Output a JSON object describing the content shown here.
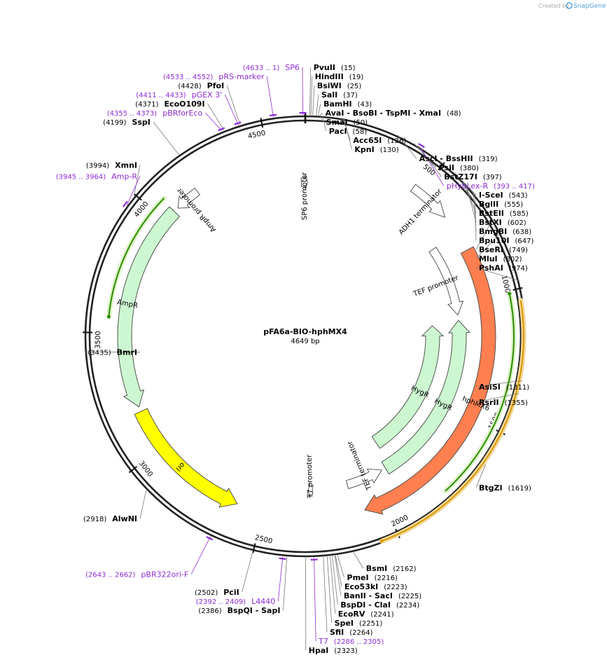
{
  "header": {
    "created_by": "Created by",
    "brand": "SnapGene"
  },
  "plasmid": {
    "name": "pFA6a-BIO-hphMX4",
    "length_label": "4649 bp",
    "length": 4649
  },
  "colors": {
    "primer": "#8E2BD6",
    "ori": "#FFFF00",
    "resistance": "#CCF7D0",
    "hphmx": "#FF7F50",
    "promoter": "#FFFFFF",
    "frag_green": "#2E8B00",
    "frag_orange": "#D99A00",
    "brand": "#4FA3E0"
  },
  "ticks": [
    {
      "pos": 500,
      "label": "500"
    },
    {
      "pos": 1000,
      "label": "1000"
    },
    {
      "pos": 1500,
      "label": "1500"
    },
    {
      "pos": 2000,
      "label": "2000"
    },
    {
      "pos": 2500,
      "label": "2500"
    },
    {
      "pos": 3000,
      "label": "3000"
    },
    {
      "pos": 3500,
      "label": "3500"
    },
    {
      "pos": 4000,
      "label": "4000"
    },
    {
      "pos": 4500,
      "label": "4500"
    }
  ],
  "features": [
    {
      "name": "hphMX6",
      "kind": "hphmx",
      "start": 800,
      "end": 2080,
      "dir": 1,
      "ring": 262
    },
    {
      "name": "HygR",
      "kind": "resistance",
      "start": 1100,
      "end": 1890,
      "dir": -1,
      "ring": 182
    },
    {
      "name": "HygR",
      "kind": "resistance",
      "start": 1085,
      "end": 1920,
      "dir": -1,
      "ring": 220
    },
    {
      "name": "AmpR",
      "kind": "resistance",
      "start": 3190,
      "end": 4050,
      "dir": -1,
      "ring": 258
    },
    {
      "name": "ori",
      "kind": "ori",
      "start": 2610,
      "end": 3170,
      "dir": -1,
      "ring": 258
    },
    {
      "name": "AmpR promoter",
      "kind": "promoter",
      "start": 4070,
      "end": 4175,
      "dir": -1,
      "ring": 258
    },
    {
      "name": "ADH1 terminator",
      "kind": "promoter",
      "start": 465,
      "end": 640,
      "dir": 1,
      "ring": 262
    },
    {
      "name": "TEF promoter",
      "kind": "promoter",
      "start": 720,
      "end": 1060,
      "dir": 1,
      "ring": 220
    },
    {
      "name": "TEF terminator",
      "kind": "promoter",
      "start": 1940,
      "end": 2120,
      "dir": -1,
      "ring": 220
    },
    {
      "name": "SP6 promoter",
      "kind": "promoter",
      "start": 4630,
      "end": 4660,
      "dir": 1,
      "ring": 220
    },
    {
      "name": "T7 promoter",
      "kind": "promoter",
      "start": 2290,
      "end": 2310,
      "dir": 1,
      "ring": 220
    }
  ],
  "fragments": [
    {
      "kind": "frag_green",
      "start": 1010,
      "end": 1780,
      "ring": 298
    },
    {
      "kind": "frag_orange",
      "start": 1040,
      "end": 2060,
      "ring": 312
    },
    {
      "kind": "frag_green",
      "start": 3560,
      "end": 4060,
      "ring": 282
    }
  ],
  "enzymes": [
    {
      "id": "pvuii",
      "name": "PvuII",
      "pos_label": "(15)",
      "site": 15
    },
    {
      "id": "hindiii",
      "name": "HindIII",
      "pos_label": "(19)",
      "site": 19
    },
    {
      "id": "bsiwi",
      "name": "BsiWI",
      "pos_label": "(25)",
      "site": 25
    },
    {
      "id": "sali",
      "name": "SalI",
      "pos_label": "(37)",
      "site": 37
    },
    {
      "id": "bamhi",
      "name": "BamHI",
      "pos_label": "(43)",
      "site": 43
    },
    {
      "id": "avai",
      "name": "AvaI  - BsoBI  - TspMI  - XmaI",
      "pos_label": "(48)",
      "site": 48
    },
    {
      "id": "smai",
      "name": "SmaI",
      "pos_label": "(50)",
      "site": 50
    },
    {
      "id": "paci",
      "name": "PacI",
      "pos_label": "(58)",
      "site": 58
    },
    {
      "id": "acc65i",
      "name": "Acc65I",
      "pos_label": "(126)",
      "site": 126
    },
    {
      "id": "kpni",
      "name": "KpnI",
      "pos_label": "(130)",
      "site": 130
    },
    {
      "id": "asci",
      "name": "AscI  - BssHII",
      "pos_label": "(319)",
      "site": 319
    },
    {
      "id": "psii",
      "name": "PsiI",
      "pos_label": "(380)",
      "site": 380
    },
    {
      "id": "bstz17i",
      "name": "BstZ17I",
      "pos_label": "(397)",
      "site": 397
    },
    {
      "id": "i-scei",
      "name": "I-SceI",
      "pos_label": "(543)",
      "site": 543
    },
    {
      "id": "bglii",
      "name": "BglII",
      "pos_label": "(555)",
      "site": 555
    },
    {
      "id": "bsteii",
      "name": "BstEII",
      "pos_label": "(585)",
      "site": 585
    },
    {
      "id": "bstxi",
      "name": "BstXI",
      "pos_label": "(602)",
      "site": 602
    },
    {
      "id": "bmgbi",
      "name": "BmgBI",
      "pos_label": "(638)",
      "site": 638
    },
    {
      "id": "bpu10i",
      "name": "Bpu10I",
      "pos_label": "(647)",
      "site": 647
    },
    {
      "id": "bseri",
      "name": "BseRI",
      "pos_label": "(749)",
      "site": 749
    },
    {
      "id": "mlui",
      "name": "MluI",
      "pos_label": "(802)",
      "site": 802
    },
    {
      "id": "pshai",
      "name": "PshAI",
      "pos_label": "(974)",
      "site": 974
    },
    {
      "id": "asisi",
      "name": "AsiSI",
      "pos_label": "(1311)",
      "site": 1311
    },
    {
      "id": "rsrii",
      "name": "RsrII",
      "pos_label": "(1355)",
      "site": 1355
    },
    {
      "id": "btgzi",
      "name": "BtgZI",
      "pos_label": "(1619)",
      "site": 1619
    },
    {
      "id": "bsmi",
      "name": "BsmI",
      "pos_label": "(2162)",
      "site": 2162
    },
    {
      "id": "pmei",
      "name": "PmeI",
      "pos_label": "(2216)",
      "site": 2216
    },
    {
      "id": "eco53ki",
      "name": "Eco53kI",
      "pos_label": "(2223)",
      "site": 2223
    },
    {
      "id": "banii",
      "name": "BanII  - SacI",
      "pos_label": "(2225)",
      "site": 2225
    },
    {
      "id": "bspdi",
      "name": "BspDI  - ClaI",
      "pos_label": "(2234)",
      "site": 2234
    },
    {
      "id": "ecorv",
      "name": "EcoRV",
      "pos_label": "(2241)",
      "site": 2241
    },
    {
      "id": "spei",
      "name": "SpeI",
      "pos_label": "(2251)",
      "site": 2251
    },
    {
      "id": "sfii",
      "name": "SfiI",
      "pos_label": "(2264)",
      "site": 2264
    },
    {
      "id": "hpai",
      "name": "HpaI",
      "pos_label": "(2323)",
      "site": 2323
    },
    {
      "id": "bspqi",
      "name": "BspQI  - SapI",
      "pos_label": "(2386)",
      "site": 2386
    },
    {
      "id": "pcii",
      "name": "PciI",
      "pos_label": "(2502)",
      "site": 2502
    },
    {
      "id": "alwni",
      "name": "AlwNI",
      "pos_label": "(2918)",
      "site": 2918
    },
    {
      "id": "bmri",
      "name": "BmrI",
      "pos_label": "(3435)",
      "site": 3435
    },
    {
      "id": "xmni",
      "name": "XmnI",
      "pos_label": "(3994)",
      "site": 3994
    },
    {
      "id": "sspi",
      "name": "SspI",
      "pos_label": "(4199)",
      "site": 4199
    },
    {
      "id": "eco0109i",
      "name": "EcoO109I",
      "pos_label": "(4371)",
      "site": 4371
    },
    {
      "id": "pfoi",
      "name": "PfoI",
      "pos_label": "(4428)",
      "site": 4428
    }
  ],
  "primers": [
    {
      "id": "sp6",
      "name": "SP6",
      "pos_label": "(4633 .. 1)",
      "site": 4641
    },
    {
      "id": "prs-marker",
      "name": "pRS-marker",
      "pos_label": "(4533 .. 4552)",
      "site": 4542
    },
    {
      "id": "pgex3",
      "name": "pGEX 3'",
      "pos_label": "(4411 .. 4433)",
      "site": 4422
    },
    {
      "id": "pbrforeco",
      "name": "pBRforEco",
      "pos_label": "(4355 .. 4373)",
      "site": 4364
    },
    {
      "id": "phyblex-r",
      "name": "pHybLex-R",
      "pos_label": "(393 .. 417)",
      "site": 405
    },
    {
      "id": "amp-r",
      "name": "Amp-R",
      "pos_label": "(3945 .. 3964)",
      "site": 3955
    },
    {
      "id": "pbr322ori-f",
      "name": "pBR322ori-F",
      "pos_label": "(2643 .. 2662)",
      "site": 2652
    },
    {
      "id": "l4440",
      "name": "L4440",
      "pos_label": "(2392 .. 2409)",
      "site": 2400
    },
    {
      "id": "t7",
      "name": "T7",
      "pos_label": "(2286 .. 2305)",
      "site": 2295
    }
  ]
}
